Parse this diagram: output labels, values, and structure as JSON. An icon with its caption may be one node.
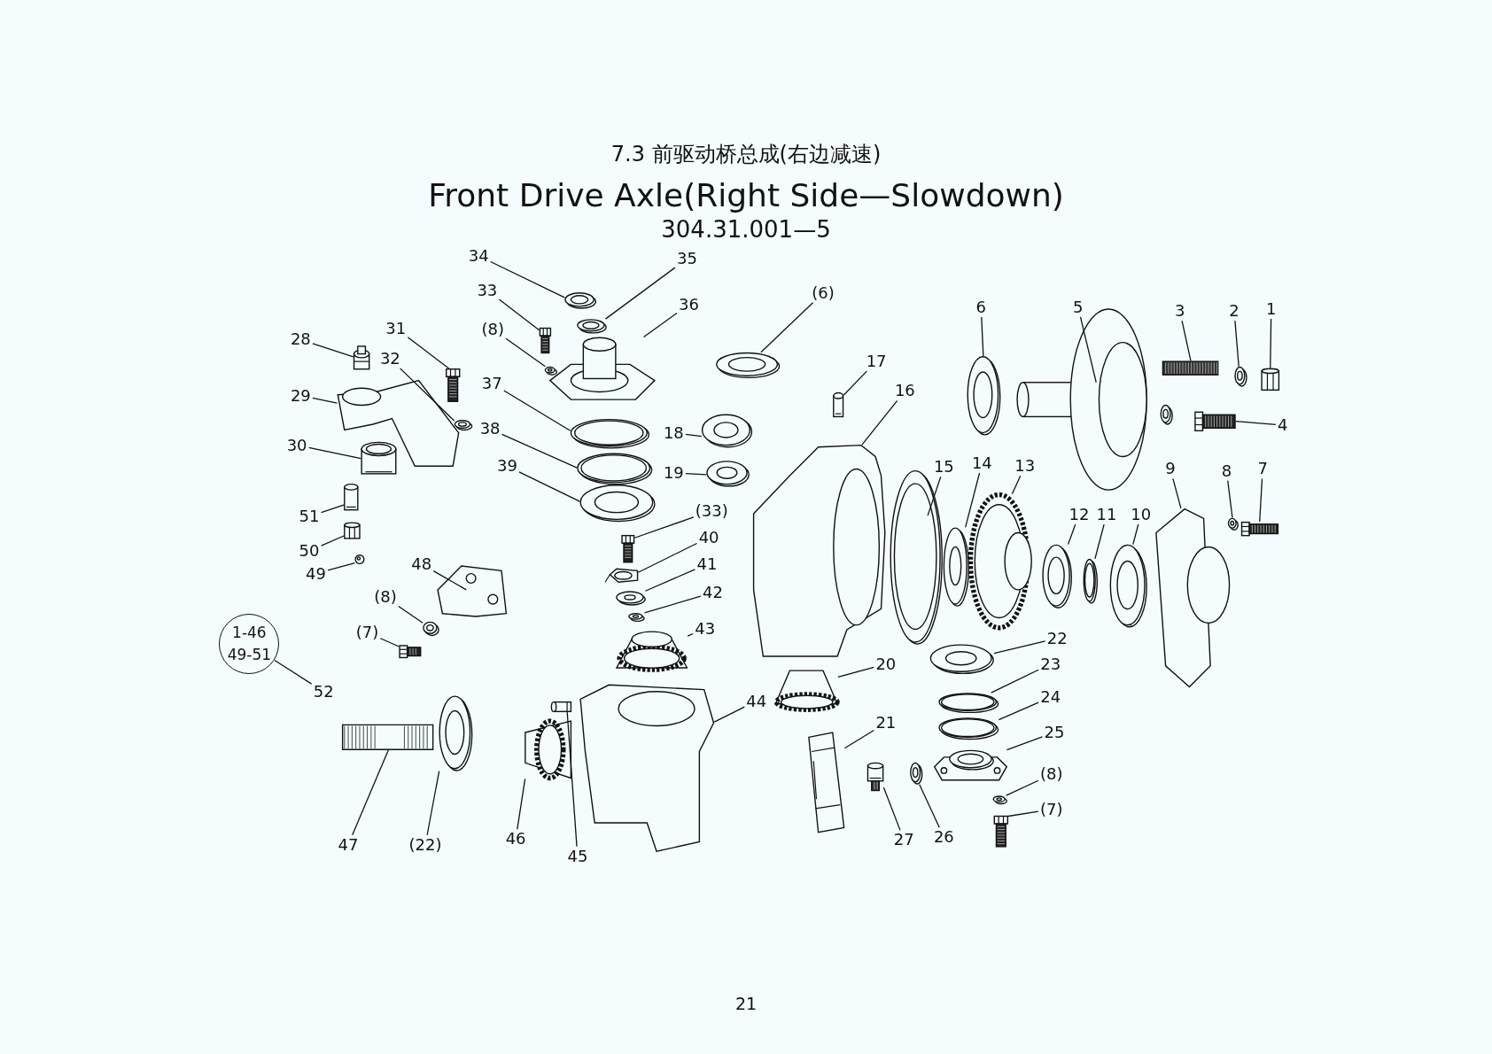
{
  "diagram": {
    "title": "7.3 前驱动桥总成(右边减速)",
    "nodes": [
      {
        "text": [
          "34"
        ]
      },
      {
        "text": [
          "35"
        ]
      },
      {
        "text": [
          "33"
        ]
      },
      {
        "text": [
          "36"
        ]
      },
      {
        "text": [
          "(8)"
        ]
      },
      {
        "text": [
          "31"
        ]
      },
      {
        "text": [
          "28"
        ]
      },
      {
        "text": [
          "32"
        ]
      },
      {
        "text": [
          "29"
        ]
      },
      {
        "text": [
          "30"
        ]
      },
      {
        "text": [
          "37"
        ]
      },
      {
        "text": [
          "38"
        ]
      },
      {
        "text": [
          "39"
        ]
      },
      {
        "text": [
          "(6)"
        ]
      },
      {
        "text": [
          "17"
        ]
      },
      {
        "text": [
          "16"
        ]
      },
      {
        "text": [
          "18"
        ]
      },
      {
        "text": [
          "19"
        ]
      },
      {
        "text": [
          "6"
        ]
      },
      {
        "text": [
          "5"
        ]
      },
      {
        "text": [
          "3"
        ]
      },
      {
        "text": [
          "2"
        ]
      },
      {
        "text": [
          "1"
        ]
      },
      {
        "text": [
          "4"
        ]
      },
      {
        "text": [
          "9"
        ]
      },
      {
        "text": [
          "8"
        ]
      },
      {
        "text": [
          "7"
        ]
      },
      {
        "text": [
          "(33)"
        ]
      },
      {
        "text": [
          "40"
        ]
      },
      {
        "text": [
          "41"
        ]
      },
      {
        "text": [
          "42"
        ]
      },
      {
        "text": [
          "43"
        ]
      },
      {
        "text": [
          "15"
        ]
      },
      {
        "text": [
          "14"
        ]
      },
      {
        "text": [
          "13"
        ]
      },
      {
        "text": [
          "12"
        ]
      },
      {
        "text": [
          "11"
        ]
      },
      {
        "text": [
          "10"
        ]
      },
      {
        "text": [
          "22"
        ]
      },
      {
        "text": [
          "23"
        ]
      },
      {
        "text": [
          "24"
        ]
      },
      {
        "text": [
          "25"
        ]
      },
      {
        "text": [
          "(8)"
        ]
      },
      {
        "text": [
          "(7)"
        ]
      },
      {
        "text": [
          "20"
        ]
      },
      {
        "text": [
          "21"
        ]
      },
      {
        "text": [
          "27"
        ]
      },
      {
        "text": [
          "26"
        ]
      },
      {
        "text": [
          "44"
        ]
      },
      {
        "text": [
          "45"
        ]
      },
      {
        "text": [
          "46"
        ]
      },
      {
        "text": [
          "(22)"
        ]
      },
      {
        "text": [
          "47"
        ]
      },
      {
        "text": [
          "48"
        ]
      },
      {
        "text": [
          "(8)"
        ]
      },
      {
        "text": [
          "(7)"
        ]
      },
      {
        "text": [
          "51"
        ]
      },
      {
        "text": [
          "50"
        ]
      },
      {
        "text": [
          "49"
        ]
      },
      {
        "text": [
          "1-46 49-51"
        ]
      },
      {
        "text": [
          "52"
        ]
      },
      {
        "text": [],
        "shape": "picture"
      },
      {
        "text": [],
        "shape": "picture"
      },
      {
        "text": [],
        "shape": "picture"
      },
      {
        "text": [],
        "shape": "picture"
      },
      {
        "text": [],
        "shape": "picture"
      },
      {
        "text": [],
        "shape": "picture"
      },
      {
        "text": [],
        "shape": "picture"
      },
      {
        "text": [],
        "shape": "picture"
      },
      {
        "text": [],
        "shape": "picture"
      },
      {
        "text": [],
        "shape": "picture"
      },
      {
        "text": [],
        "shape": "picture"
      },
      {
        "text": [],
        "shape": "picture"
      },
      {
        "text": [],
        "shape": "picture"
      },
      {
        "text": [],
        "shape": "picture"
      },
      {
        "text": [],
        "shape": "picture"
      },
      {
        "text": [],
        "shape": "picture"
      },
      {
        "text": [],
        "shape": "picture"
      },
      {
        "text": [],
        "shape": "picture"
      },
      {
        "text": [],
        "shape": "picture"
      },
      {
        "text": [],
        "shape": "picture"
      },
      {
        "text": [],
        "shape": "picture"
      },
      {
        "text": [],
        "shape": "picture"
      },
      {
        "text": [],
        "shape": "picture"
      },
      {
        "text": [],
        "shape": "picture"
      },
      {
        "text": [],
        "shape": "picture"
      },
      {
        "text": [],
        "shape": "picture"
      },
      {
        "text": [],
        "shape": "picture"
      },
      {
        "text": [],
        "shape": "picture"
      },
      {
        "text": [],
        "shape": "picture"
      },
      {
        "text": [],
        "shape": "picture"
      },
      {
        "text": [],
        "shape": "picture"
      },
      {
        "text": [],
        "shape": "picture"
      },
      {
        "text": [],
        "shape": "picture"
      },
      {
        "text": [],
        "shape": "picture"
      },
      {
        "text": [],
        "shape": "picture"
      },
      {
        "text": [],
        "shape": "picture"
      },
      {
        "text": [],
        "shape": "picture"
      },
      {
        "text": [],
        "shape": "picture"
      },
      {
        "text": [],
        "shape": "picture"
      },
      {
        "text": [],
        "shape": "picture"
      },
      {
        "text": [],
        "shape": "picture"
      },
      {
        "text": [],
        "shape": "picture"
      },
      {
        "text": [],
        "shape": "picture"
      },
      {
        "text": [],
        "shape": "picture"
      },
      {
        "text": [],
        "shape": "picture"
      },
      {
        "text": [],
        "shape": "picture"
      },
      {
        "text": [],
        "shape": "picture"
      },
      {
        "text": [],
        "shape": "picture"
      },
      {
        "text": [],
        "shape": "picture"
      },
      {
        "text": [],
        "shape": "picture"
      },
      {
        "text": [],
        "shape": "picture"
      },
      {
        "text": [],
        "shape": "picture"
      },
      {
        "text": [],
        "shape": "picture"
      },
      {
        "text": [],
        "shape": "picture"
      },
      {
        "text": [],
        "shape": "picture"
      },
      {
        "text": [],
        "shape": "picture"
      },
      {
        "text": [],
        "shape": "picture"
      },
      {
        "text": [],
        "shape": "picture"
      },
      {
        "text": [],
        "shape": "picture"
      }
    ],
    "edges": [
      {
        "from": 0,
        "to": 61,
        "arrow": "none"
      },
      {
        "from": 1,
        "to": 62,
        "arrow": "none"
      },
      {
        "from": 2,
        "to": 63,
        "arrow": "none"
      },
      {
        "from": 3,
        "to": 64,
        "arrow": "none"
      },
      {
        "from": 4,
        "to": 65,
        "arrow": "none"
      },
      {
        "from": 5,
        "to": 66,
        "arrow": "none"
      },
      {
        "from": 6,
        "to": 67,
        "arrow": "none"
      },
      {
        "from": 7,
        "to": 68,
        "arrow": "none"
      },
      {
        "from": 8,
        "to": 69,
        "arrow": "none"
      },
      {
        "from": 9,
        "to": 70,
        "arrow": "none"
      },
      {
        "from": 10,
        "to": 71,
        "arrow": "none"
      },
      {
        "from": 11,
        "to": 72,
        "arrow": "none"
      },
      {
        "from": 12,
        "to": 73,
        "arrow": "none"
      },
      {
        "from": 13,
        "to": 74,
        "arrow": "none"
      },
      {
        "from": 14,
        "to": 75,
        "arrow": "none"
      },
      {
        "from": 15,
        "to": 76,
        "arrow": "none"
      },
      {
        "from": 16,
        "to": 77,
        "arrow": "none"
      },
      {
        "from": 17,
        "to": 78,
        "arrow": "none"
      },
      {
        "from": 18,
        "to": 79,
        "arrow": "none"
      },
      {
        "from": 19,
        "to": 80,
        "arrow": "none"
      },
      {
        "from": 20,
        "to": 81,
        "arrow": "none"
      },
      {
        "from": 21,
        "to": 82,
        "arrow": "none"
      },
      {
        "from": 22,
        "to": 83,
        "arrow": "none"
      },
      {
        "from": 23,
        "to": 84,
        "arrow": "none"
      },
      {
        "from": 24,
        "to": 85,
        "arrow": "none"
      },
      {
        "from": 25,
        "to": 86,
        "arrow": "none"
      },
      {
        "from": 26,
        "to": 87,
        "arrow": "none"
      },
      {
        "from": 27,
        "to": 88,
        "arrow": "none"
      },
      {
        "from": 28,
        "to": 89,
        "arrow": "none"
      },
      {
        "from": 29,
        "to": 90,
        "arrow": "none"
      },
      {
        "from": 30,
        "to": 91,
        "arrow": "none"
      },
      {
        "from": 31,
        "to": 92,
        "arrow": "none"
      },
      {
        "from": 32,
        "to": 93,
        "arrow": "none"
      },
      {
        "from": 33,
        "to": 94,
        "arrow": "none"
      },
      {
        "from": 34,
        "to": 95,
        "arrow": "none"
      },
      {
        "from": 35,
        "to": 96,
        "arrow": "none"
      },
      {
        "from": 36,
        "to": 97,
        "arrow": "none"
      },
      {
        "from": 37,
        "to": 98,
        "arrow": "none"
      },
      {
        "from": 38,
        "to": 99,
        "arrow": "none"
      },
      {
        "from": 39,
        "to": 100,
        "arrow": "none"
      },
      {
        "from": 40,
        "to": 101,
        "arrow": "none"
      },
      {
        "from": 41,
        "to": 102,
        "arrow": "none"
      },
      {
        "from": 42,
        "to": 103,
        "arrow": "none"
      },
      {
        "from": 43,
        "to": 104,
        "arrow": "none"
      },
      {
        "from": 44,
        "to": 105,
        "arrow": "none"
      },
      {
        "from": 45,
        "to": 106,
        "arrow": "none"
      },
      {
        "from": 46,
        "to": 107,
        "arrow": "none"
      },
      {
        "from": 47,
        "to": 108,
        "arrow": "none"
      },
      {
        "from": 48,
        "to": 109,
        "arrow": "none"
      },
      {
        "from": 49,
        "to": 110,
        "arrow": "none"
      },
      {
        "from": 50,
        "to": 111,
        "arrow": "none"
      },
      {
        "from": 51,
        "to": 112,
        "arrow": "none"
      },
      {
        "from": 52,
        "to": 113,
        "arrow": "none"
      },
      {
        "from": 53,
        "to": 114,
        "arrow": "none"
      },
      {
        "from": 54,
        "to": 115,
        "arrow": "none"
      },
      {
        "from": 55,
        "to": 116,
        "arrow": "none"
      },
      {
        "from": 56,
        "to": 117,
        "arrow": "none"
      },
      {
        "from": 57,
        "to": 118,
        "arrow": "none"
      },
      {
        "from": 58,
        "to": 119,
        "arrow": "none"
      },
      {
        "from": 59,
        "to": 60,
        "arrow": "none"
      }
    ],
    "labels": [
      "Front Drive Axle(Right Side—Slowdown)",
      "304.31.001—5",
      "21"
    ]
  }
}
